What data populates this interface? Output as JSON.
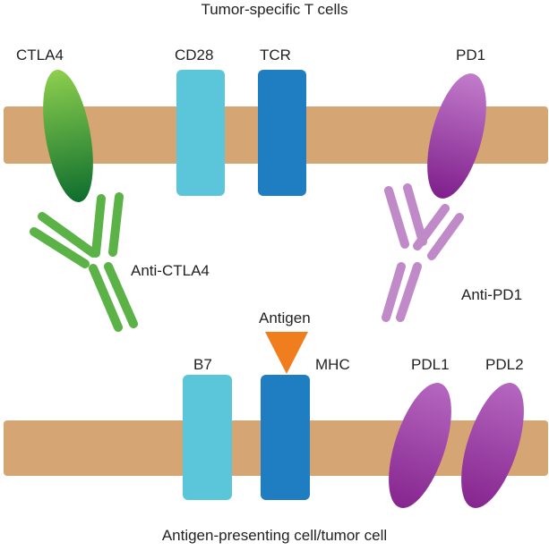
{
  "title_top": "Tumor-specific T cells",
  "title_bottom": "Antigen-presenting cell/tumor cell",
  "labels": {
    "ctla4": "CTLA4",
    "cd28": "CD28",
    "tcr": "TCR",
    "pd1": "PD1",
    "anti_ctla4": "Anti-CTLA4",
    "anti_pd1": "Anti-PD1",
    "antigen": "Antigen",
    "b7": "B7",
    "mhc": "MHC",
    "pdl1": "PDL1",
    "pdl2": "PDL2"
  },
  "colors": {
    "membrane": "#D5A673",
    "cd28_b7": "#5BC6D9",
    "tcr_mhc": "#1F7EC2",
    "ctla4_green": "#4CAF3F",
    "pd1_purple": "#9C3FA8",
    "anti_pd1": "#C089C8",
    "antigen": "#F07E1E"
  }
}
